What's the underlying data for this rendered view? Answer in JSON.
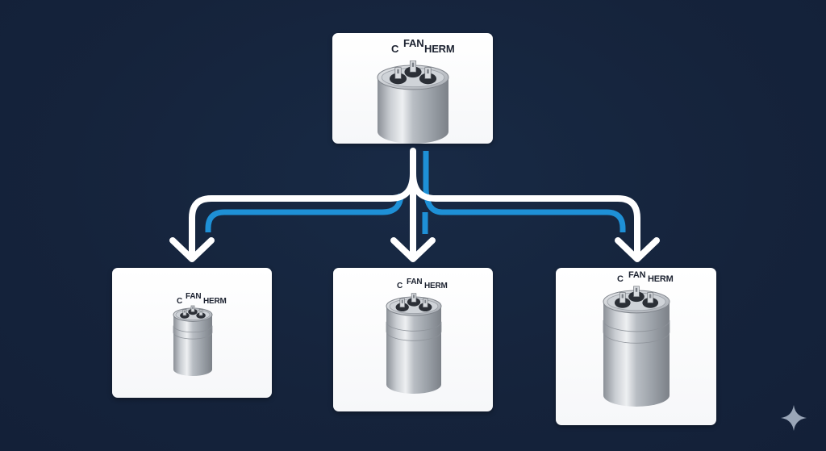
{
  "diagram": {
    "description": "One capacitor splits into three capacitors of increasing size",
    "colors": {
      "background": "#15233b",
      "card": "#ffffff",
      "arrow_primary": "#ffffff",
      "arrow_accent": "#1e90d6",
      "label_text": "#1c2230",
      "sparkle": "#9aa6b8"
    },
    "source": {
      "name": "source-capacitor",
      "terminals": [
        "C",
        "FAN",
        "HERM"
      ]
    },
    "targets": [
      {
        "name": "small-capacitor",
        "size": "small",
        "terminals": [
          "C",
          "FAN",
          "HERM"
        ]
      },
      {
        "name": "medium-capacitor",
        "size": "medium",
        "terminals": [
          "C",
          "FAN",
          "HERM"
        ]
      },
      {
        "name": "large-capacitor",
        "size": "large",
        "terminals": [
          "C",
          "FAN",
          "HERM"
        ]
      }
    ],
    "connectors": [
      {
        "from": "source",
        "to": "small-capacitor",
        "icon": "arrow-down-left"
      },
      {
        "from": "source",
        "to": "medium-capacitor",
        "icon": "arrow-down"
      },
      {
        "from": "source",
        "to": "large-capacitor",
        "icon": "arrow-down-right"
      }
    ],
    "watermark_icon": "sparkle-icon"
  }
}
